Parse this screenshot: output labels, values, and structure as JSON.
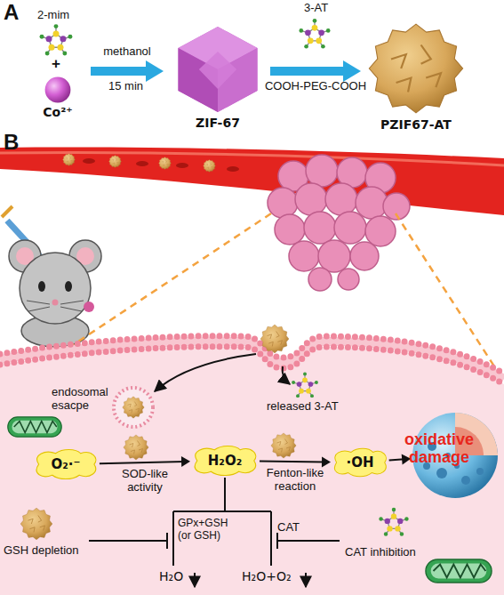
{
  "diagram": {
    "nodes": [
      {
        "text": [
          "Co²⁺"
        ]
      },
      {
        "text": [
          "ZIF-67"
        ]
      },
      {
        "text": [
          "PZIF67-AT"
        ]
      },
      {
        "text": [
          "O₂·⁻"
        ]
      },
      {
        "text": [
          "H₂O₂"
        ]
      },
      {
        "text": [
          "·OH"
        ]
      },
      {
        "text": [
          "oxidative damage"
        ]
      }
    ],
    "edges": [
      {
        "from": 0,
        "to": 1,
        "arrow": "to",
        "label": "methanol"
      },
      {
        "from": 1,
        "to": 2,
        "arrow": "to",
        "label": "COOH-PEG-COOH"
      },
      {
        "from": 3,
        "to": 4,
        "arrow": "to",
        "label": "SOD-like activity"
      },
      {
        "from": 4,
        "to": 5,
        "arrow": "to",
        "label": "Fenton-like reaction"
      },
      {
        "from": 5,
        "to": 6,
        "arrow": "to"
      }
    ],
    "labels": [
      "A",
      "2-mim",
      "+",
      "15 min",
      "3-AT",
      "B",
      "endosomal esacpe",
      "released 3-AT",
      "GSH depletion",
      "GPx+GSH (or GSH)",
      "CAT",
      "CAT inhibition",
      "H₂O",
      "H₂O+O₂"
    ]
  }
}
